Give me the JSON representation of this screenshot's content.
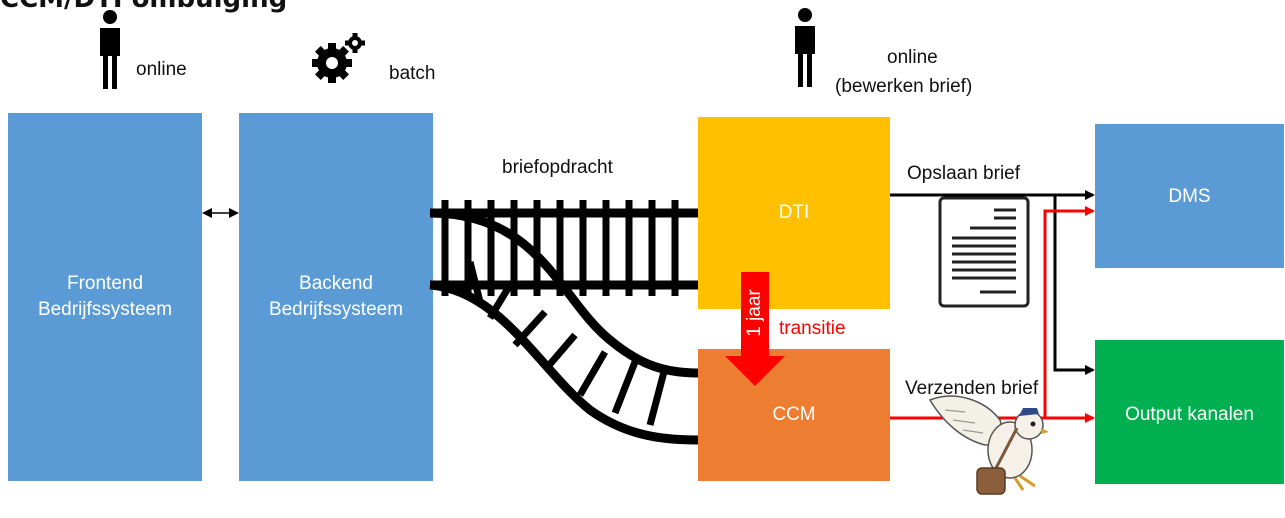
{
  "title_fragment": "CCM/DTI ombuiging",
  "boxes": {
    "frontend": {
      "line1": "Frontend",
      "line2": "Bedrijfssysteem",
      "color": "#5b9bd5"
    },
    "backend": {
      "line1": "Backend",
      "line2": "Bedrijfssysteem",
      "color": "#5b9bd5"
    },
    "dti": {
      "label": "DTI",
      "color": "#ffc000"
    },
    "ccm": {
      "label": "CCM",
      "color": "#ed7d31"
    },
    "dms": {
      "label": "DMS",
      "color": "#5b9bd5"
    },
    "output": {
      "label": "Output kanalen",
      "color": "#00b050"
    }
  },
  "labels": {
    "online_frontend": "online",
    "batch": "batch",
    "online_dti_line1": "online",
    "online_dti_line2": "(bewerken brief)",
    "briefopdracht": "briefopdracht",
    "opslaan": "Opslaan brief",
    "verzenden": "Verzenden brief",
    "jaar": "1 jaar",
    "transitie": "transitie"
  },
  "icons": {
    "person_frontend": "person-icon",
    "gears": "gears-icon",
    "person_dti": "person-icon",
    "document": "document-icon",
    "bird": "carrier-bird-icon"
  },
  "colors": {
    "arrow_black": "#000000",
    "arrow_red": "#ff0000"
  }
}
